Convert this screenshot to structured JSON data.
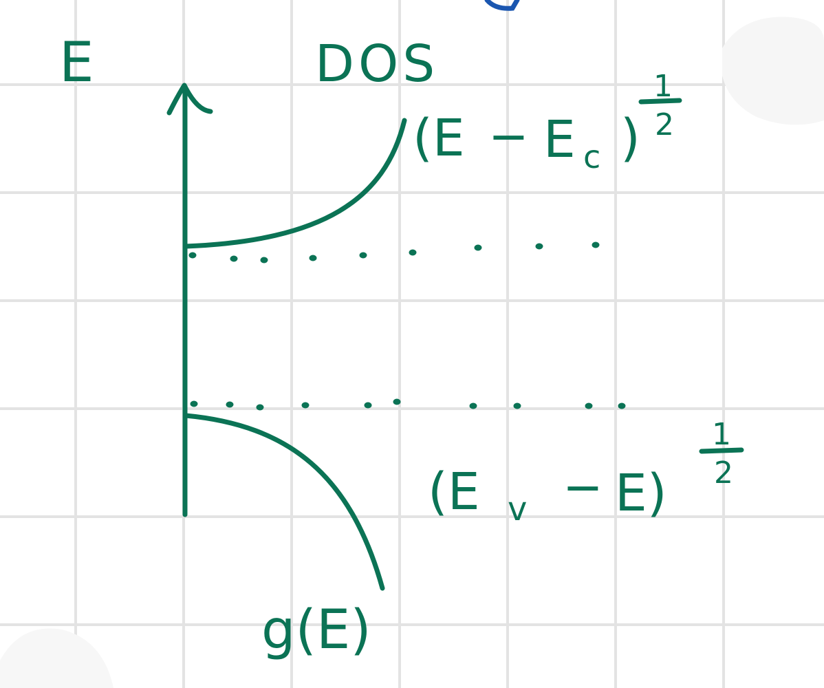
{
  "colors": {
    "ink": "#0b7355",
    "grid": "#e3e3e3",
    "background": "#ffffff",
    "stray_mark": "#1a56b0"
  },
  "axis": {
    "label": "E",
    "arrow": "up"
  },
  "dos_label": "DOS",
  "conduction_band": {
    "base": "(E",
    "minus": "−",
    "var": "E",
    "sub": "c",
    "close": ")",
    "exp_num": "1",
    "exp_den": "2"
  },
  "valence_band": {
    "open": "(E",
    "sub": "v",
    "minus": "−",
    "var": "E)",
    "exp_num": "1",
    "exp_den": "2"
  },
  "function_label": "g(E)",
  "dotted_levels": [
    "conduction-band-edge",
    "valence-band-edge"
  ]
}
